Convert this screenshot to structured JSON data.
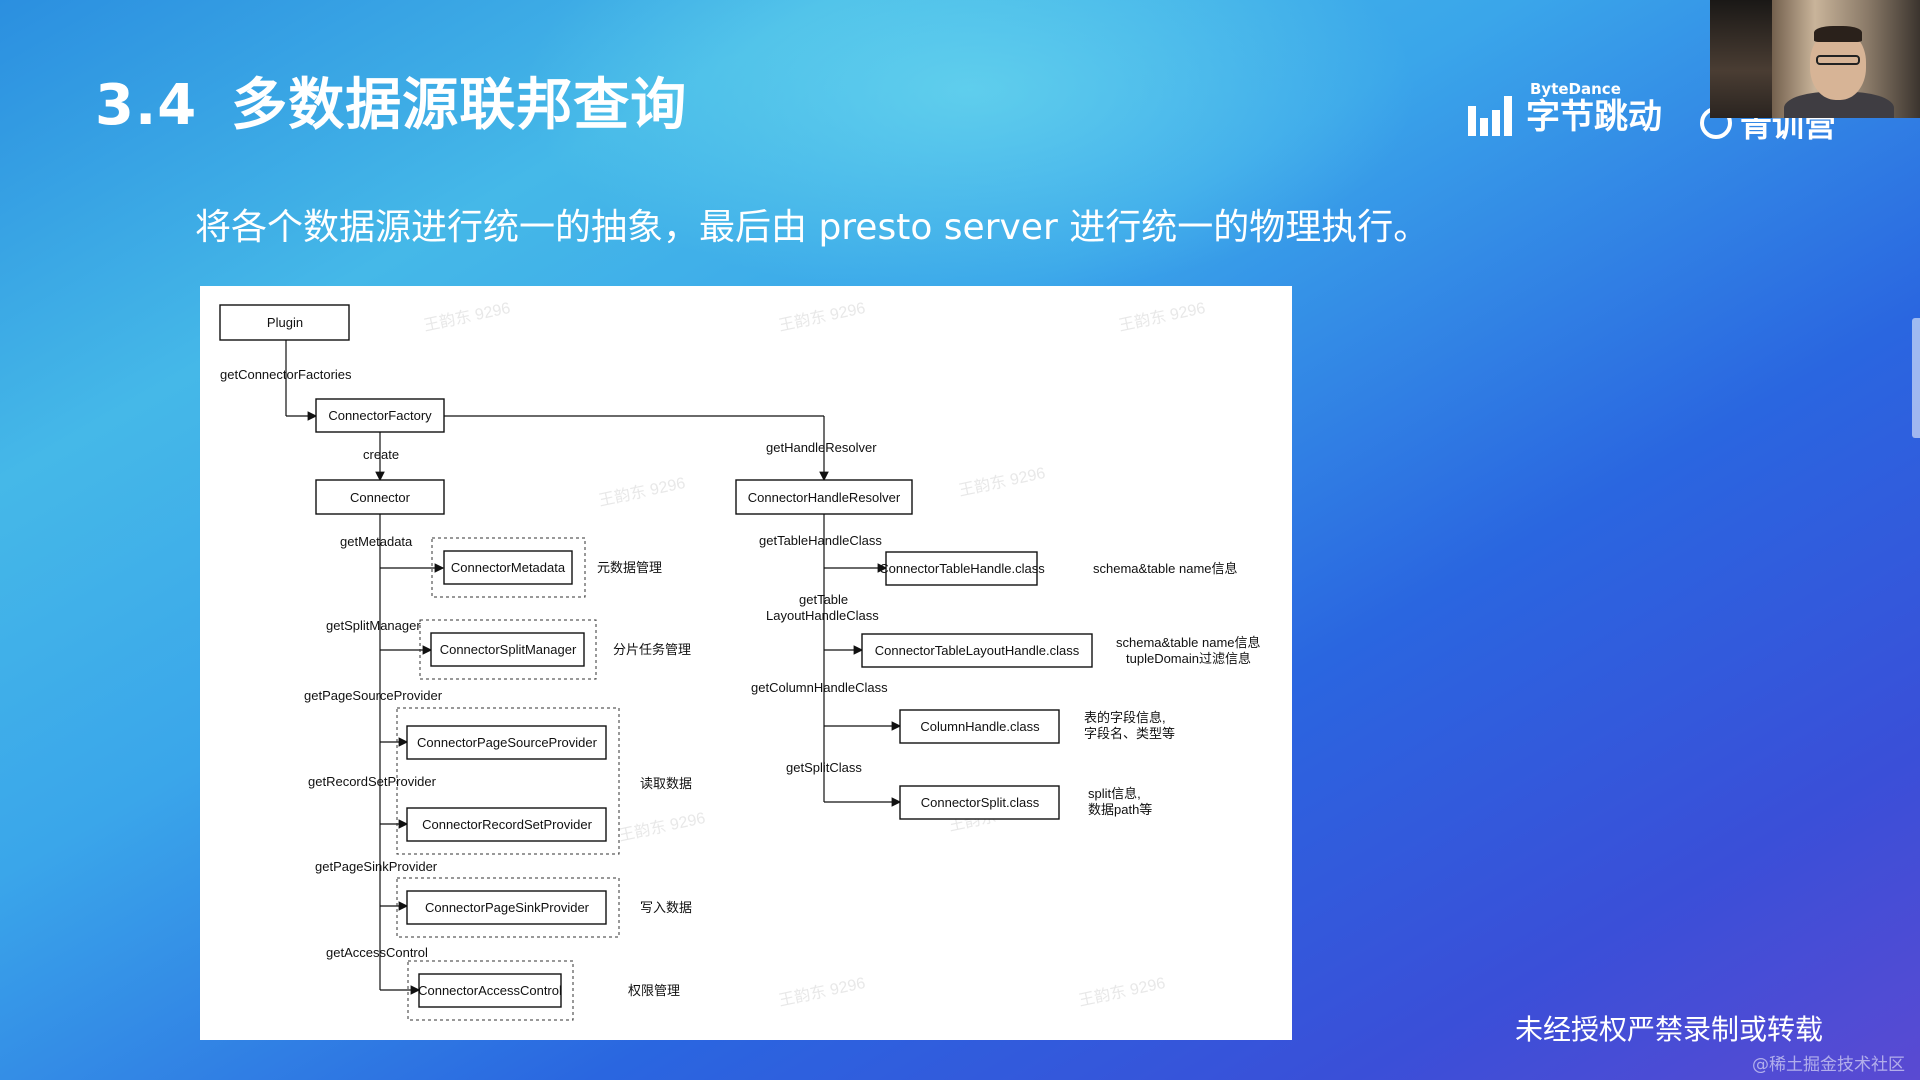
{
  "slide": {
    "number": "3.4",
    "title": "多数据源联邦查询",
    "subtitle": "将各个数据源进行统一的抽象，最后由 presto server 进行统一的物理执行。",
    "footer_notice": "未经授权严禁录制或转载",
    "credit": "@稀土掘金技术社区"
  },
  "logos": {
    "bytedance_en": "ByteDance",
    "bytedance_cn": "字节跳动",
    "camp": "青训营"
  },
  "watermark_text": "王韵东 9296",
  "diagram": {
    "nodes": {
      "plugin": "Plugin",
      "connector_factory": "ConnectorFactory",
      "connector": "Connector",
      "connector_handle_resolver": "ConnectorHandleResolver",
      "connector_metadata": "ConnectorMetadata",
      "connector_split_manager": "ConnectorSplitManager",
      "connector_page_source_provider": "ConnectorPageSourceProvider",
      "connector_record_set_provider": "ConnectorRecordSetProvider",
      "connector_page_sink_provider": "ConnectorPageSinkProvider",
      "connector_access_control": "ConnectorAccessControl",
      "connector_table_handle": "ConnectorTableHandle.class",
      "connector_table_layout_handle": "ConnectorTableLayoutHandle.class",
      "column_handle": "ColumnHandle.class",
      "connector_split": "ConnectorSplit.class"
    },
    "edges": {
      "get_connector_factories": "getConnectorFactories",
      "create": "create",
      "get_handle_resolver": "getHandleResolver",
      "get_metadata": "getMetadata",
      "get_split_manager": "getSplitManager",
      "get_page_source_provider": "getPageSourceProvider",
      "get_record_set_provider": "getRecordSetProvider",
      "get_page_sink_provider": "getPageSinkProvider",
      "get_access_control": "getAccessControl",
      "get_table_handle_class": "getTableHandleClass",
      "get_table_layout_handle_class_1": "getTable",
      "get_table_layout_handle_class_2": "LayoutHandleClass",
      "get_column_handle_class": "getColumnHandleClass",
      "get_split_class": "getSplitClass"
    },
    "notes": {
      "metadata_mgmt": "元数据管理",
      "split_task_mgmt": "分片任务管理",
      "read_data": "读取数据",
      "write_data": "写入数据",
      "access_mgmt": "权限管理",
      "table_handle_info": "schema&table name信息",
      "layout_info_1": "schema&table name信息",
      "layout_info_2": "tupleDomain过滤信息",
      "column_info_1": "表的字段信息,",
      "column_info_2": "字段名、类型等",
      "split_info_1": "split信息,",
      "split_info_2": "数据path等"
    }
  }
}
